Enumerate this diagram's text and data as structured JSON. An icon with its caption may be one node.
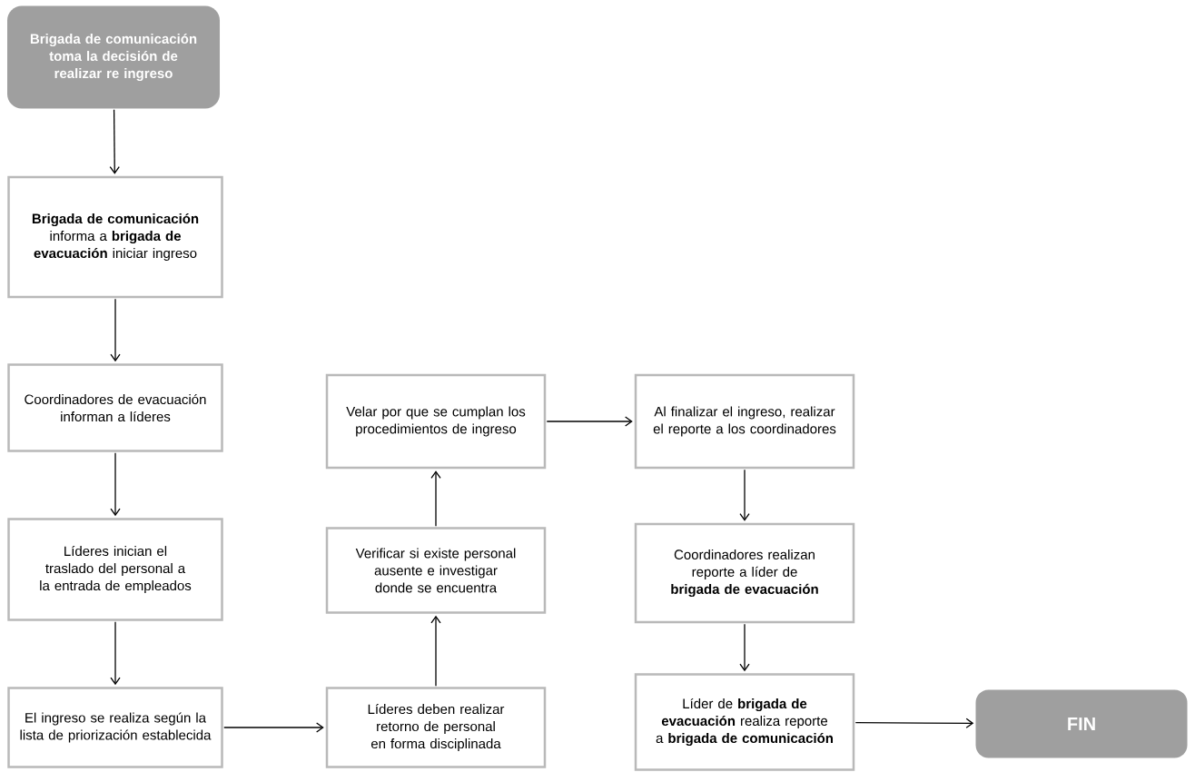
{
  "diagram": {
    "nodes": [
      {
        "text": [
          "Brigada de comunicación toma la decisión de realizar re ingreso"
        ]
      },
      {
        "text": [
          "**Brigada de comunicación** informa a **brigada de evacuación** iniciar ingreso"
        ]
      },
      {
        "text": [
          "Coordinadores de evacuación informan a líderes"
        ]
      },
      {
        "text": [
          "Líderes inician el traslado del personal a la entrada de empleados"
        ]
      },
      {
        "text": [
          "El ingreso se realiza según la lista de priorización establecida"
        ]
      },
      {
        "text": [
          "Líderes deben realizar retorno de personal en forma disciplinada"
        ]
      },
      {
        "text": [
          "Verificar si existe personal ausente e investigar donde se encuentra"
        ]
      },
      {
        "text": [
          "Velar por que se cumplan los procedimientos de ingreso"
        ]
      },
      {
        "text": [
          "Al finalizar el ingreso, realizar el reporte a los coordinadores"
        ]
      },
      {
        "text": [
          "Coordinadores realizan reporte a líder de **brigada de evacuación**"
        ]
      },
      {
        "text": [
          "Líder de **brigada de evacuación** realiza reporte a **brigada de comunicación**"
        ]
      },
      {
        "text": [
          "FIN"
        ]
      }
    ],
    "edges": [
      {
        "from": 0,
        "to": 1,
        "arrow": "to"
      },
      {
        "from": 1,
        "to": 2,
        "arrow": "to"
      },
      {
        "from": 2,
        "to": 3,
        "arrow": "to"
      },
      {
        "from": 3,
        "to": 4,
        "arrow": "to"
      },
      {
        "from": 4,
        "to": 5,
        "arrow": "to"
      },
      {
        "from": 5,
        "to": 6,
        "arrow": "to"
      },
      {
        "from": 6,
        "to": 7,
        "arrow": "to"
      },
      {
        "from": 7,
        "to": 8,
        "arrow": "to"
      },
      {
        "from": 8,
        "to": 9,
        "arrow": "to"
      },
      {
        "from": 9,
        "to": 10,
        "arrow": "to"
      },
      {
        "from": 10,
        "to": 11,
        "arrow": "to"
      }
    ]
  }
}
